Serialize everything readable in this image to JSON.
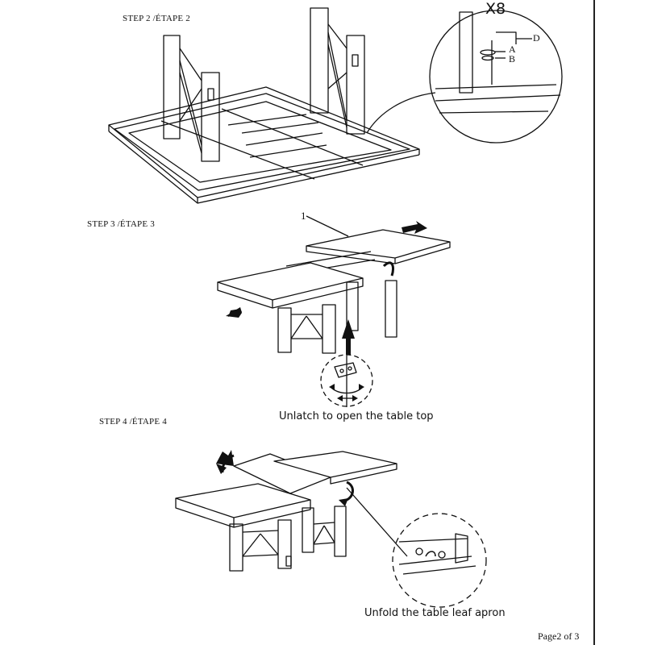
{
  "step2": {
    "label": "STEP 2 /ÉTAPE 2",
    "quantity": "X8",
    "parts": [
      "A",
      "B",
      "D"
    ]
  },
  "step3": {
    "label": "STEP 3 /ÉTAPE 3",
    "callout": "1",
    "caption": "Unlatch to open the table top"
  },
  "step4": {
    "label": "STEP 4 /ÉTAPE 4",
    "caption": "Unfold the table leaf apron"
  },
  "footer": {
    "page": "Page2 of 3"
  }
}
